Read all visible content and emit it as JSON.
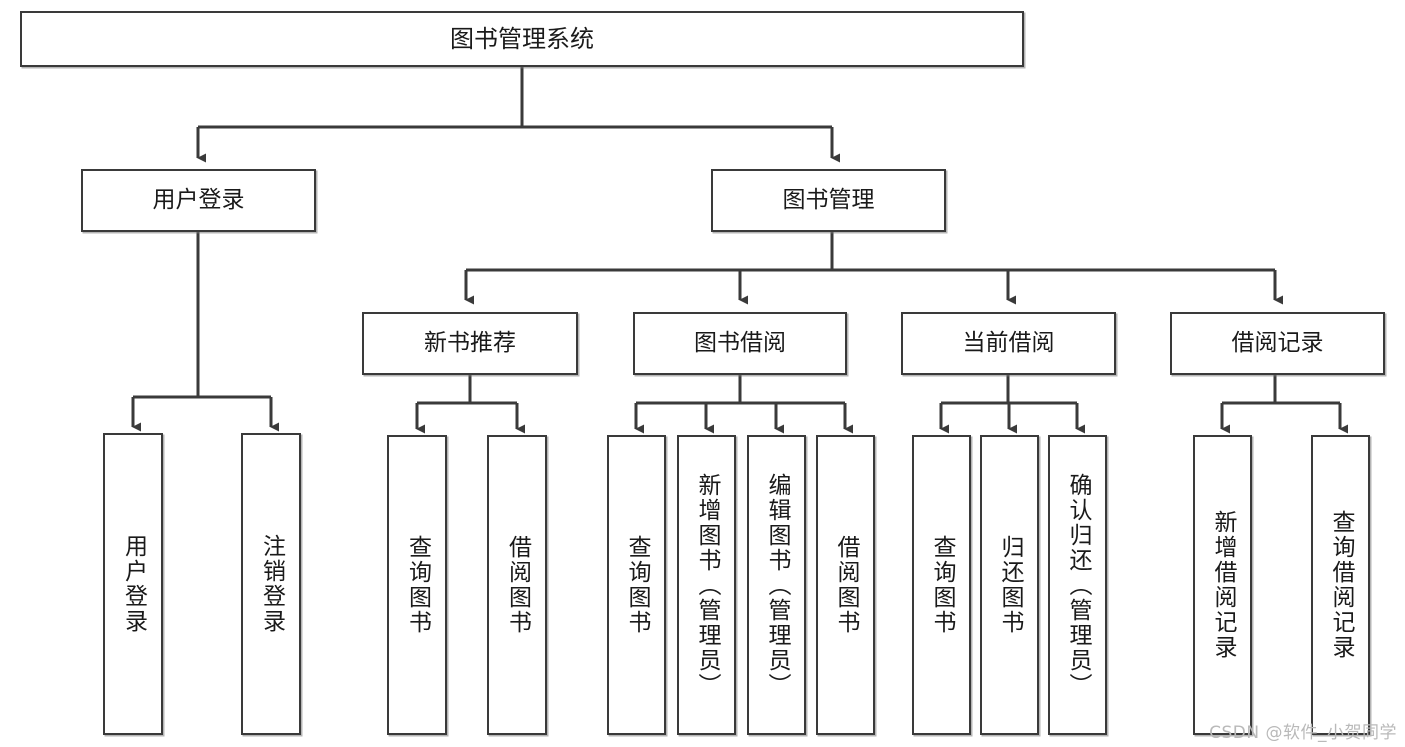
{
  "diagram": {
    "title": "图书管理系统",
    "type": "tree",
    "watermark": "CSDN @软件_小贺同学",
    "colors": {
      "background": "#ffffff",
      "box_border": "#3a3a3a",
      "box_fill": "#ffffff",
      "connector": "#3a3a3a",
      "text": "#1a1a1a",
      "watermark": "#b9b9b9"
    },
    "root": {
      "label": "图书管理系统"
    },
    "level2": [
      {
        "label": "用户登录"
      },
      {
        "label": "图书管理"
      }
    ],
    "level3": [
      {
        "label": "新书推荐"
      },
      {
        "label": "图书借阅"
      },
      {
        "label": "当前借阅"
      },
      {
        "label": "借阅记录"
      }
    ],
    "leaves": {
      "user_login": [
        {
          "label": "用户登录"
        },
        {
          "label": "注销登录"
        }
      ],
      "new_book_recommend": [
        {
          "label": "查询图书"
        },
        {
          "label": "借阅图书"
        }
      ],
      "book_borrow": [
        {
          "label": "查询图书"
        },
        {
          "label": "新增图书（管理员）"
        },
        {
          "label": "编辑图书（管理员）"
        },
        {
          "label": "借阅图书"
        }
      ],
      "current_borrow": [
        {
          "label": "查询图书"
        },
        {
          "label": "归还图书"
        },
        {
          "label": "确认归还（管理员）"
        }
      ],
      "borrow_record": [
        {
          "label": "新增借阅记录"
        },
        {
          "label": "查询借阅记录"
        }
      ]
    }
  }
}
